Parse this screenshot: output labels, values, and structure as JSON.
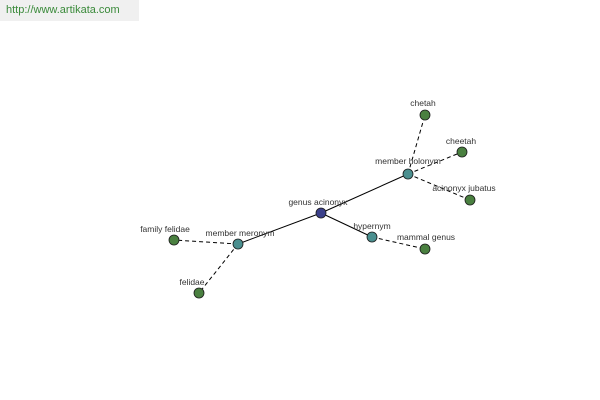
{
  "banner": {
    "url": "http://www.artikata.com"
  },
  "colors": {
    "center": "#3a3f8a",
    "relation": "#4a8f8f",
    "term": "#4a8040",
    "edge": "#000000",
    "node_stroke": "#1a1a1a",
    "banner_text": "#3a8a3a"
  },
  "graph": {
    "nodes": [
      {
        "id": "center",
        "label": "genus acinonyx",
        "kind": "center"
      },
      {
        "id": "holonym",
        "label": "member holonym",
        "kind": "relation"
      },
      {
        "id": "hypernym",
        "label": "hypernym",
        "kind": "relation"
      },
      {
        "id": "meronym",
        "label": "member meronym",
        "kind": "relation"
      },
      {
        "id": "chetah",
        "label": "chetah",
        "kind": "term"
      },
      {
        "id": "cheetah",
        "label": "cheetah",
        "kind": "term"
      },
      {
        "id": "jubatus",
        "label": "acinonyx jubatus",
        "kind": "term"
      },
      {
        "id": "mammal",
        "label": "mammal genus",
        "kind": "term"
      },
      {
        "id": "family",
        "label": "family felidae",
        "kind": "term"
      },
      {
        "id": "felidae",
        "label": "felidae",
        "kind": "term"
      }
    ],
    "edges": [
      {
        "from": "center",
        "to": "holonym",
        "style": "solid"
      },
      {
        "from": "center",
        "to": "hypernym",
        "style": "solid"
      },
      {
        "from": "center",
        "to": "meronym",
        "style": "solid"
      },
      {
        "from": "holonym",
        "to": "chetah",
        "style": "dashed"
      },
      {
        "from": "holonym",
        "to": "cheetah",
        "style": "dashed"
      },
      {
        "from": "holonym",
        "to": "jubatus",
        "style": "dashed"
      },
      {
        "from": "hypernym",
        "to": "mammal",
        "style": "dashed"
      },
      {
        "from": "meronym",
        "to": "family",
        "style": "dashed"
      },
      {
        "from": "meronym",
        "to": "felidae",
        "style": "dashed"
      }
    ]
  }
}
